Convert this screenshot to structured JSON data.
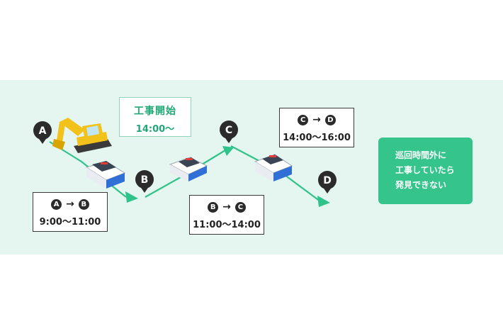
{
  "start_box": {
    "title": "工事開始",
    "time": "14:00〜"
  },
  "points": [
    "A",
    "B",
    "C",
    "D"
  ],
  "segments": [
    {
      "from": "A",
      "to": "B",
      "arrow": "→",
      "time": "9:00〜11:00"
    },
    {
      "from": "B",
      "to": "C",
      "arrow": "→",
      "time": "11:00〜14:00"
    },
    {
      "from": "C",
      "to": "D",
      "arrow": "→",
      "time": "14:00〜16:00"
    }
  ],
  "notice_lines": [
    "巡回時間外に",
    "工事していたら",
    "発見できない"
  ],
  "colors": {
    "band": "#e4f6ef",
    "route": "#2fc38b",
    "notice": "#35c48c",
    "start_text": "#21a876",
    "pin": "#2b2b2b",
    "excavator": "#f2c21b"
  },
  "icons": [
    "location-pin-icon",
    "excavator-icon",
    "patrol-car-icon"
  ]
}
